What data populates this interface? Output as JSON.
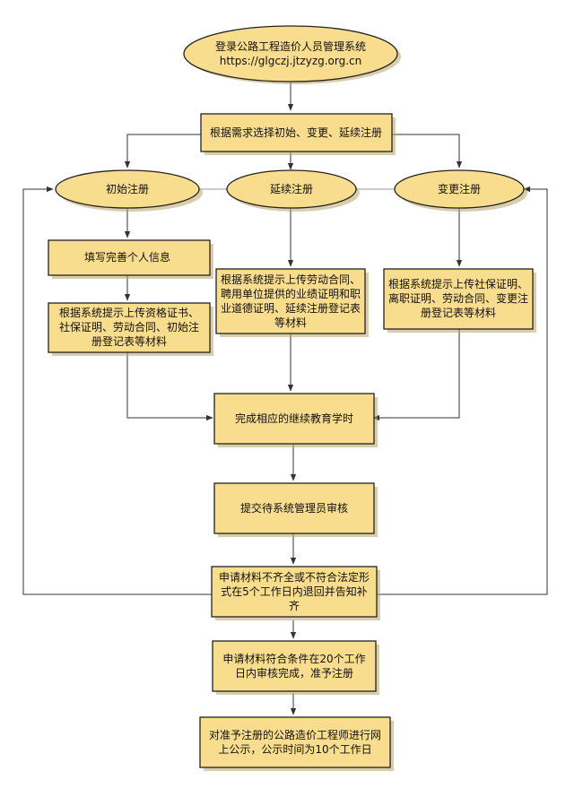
{
  "colors": {
    "node_fill": "#f8dd8e",
    "node_stroke": "#222222",
    "edge": "#333333"
  },
  "nodes": {
    "start": {
      "lines": [
        "登录公路工程造价人员管理系统",
        "https://glgczj.jtzyzg.org.cn"
      ]
    },
    "choose": {
      "lines": [
        "根据需求选择初始、变更、延续注册"
      ]
    },
    "initial": {
      "lines": [
        "初始注册"
      ]
    },
    "renewal": {
      "lines": [
        "延续注册"
      ]
    },
    "change": {
      "lines": [
        "变更注册"
      ]
    },
    "fill_info": {
      "lines": [
        "填写完善个人信息"
      ]
    },
    "initial_docs": {
      "lines": [
        "根据系统提示上传资格证书、",
        "社保证明、劳动合同、初始注",
        "册登记表等材料"
      ]
    },
    "renewal_docs": {
      "lines": [
        "根据系统提示上传劳动合同、",
        "聘用单位提供的业绩证明和职",
        "业道德证明、延续注册登记表",
        "等材料"
      ]
    },
    "change_docs": {
      "lines": [
        "根据系统提示上传社保证明、",
        "离职证明、劳动合同、变更注",
        "册登记表等材料"
      ]
    },
    "education": {
      "lines": [
        "完成相应的继续教育学时"
      ]
    },
    "submit": {
      "lines": [
        "提交待系统管理员审核"
      ]
    },
    "reject": {
      "lines": [
        "申请材料不齐全或不符合法定形",
        "式在5个工作日内退回并告知补",
        "齐"
      ]
    },
    "approve": {
      "lines": [
        "申请材料符合条件在20个工作",
        "日内审核完成，准予注册"
      ]
    },
    "publish": {
      "lines": [
        "对准予注册的公路造价工程师进行网",
        "上公示，公示时间为10个工作日"
      ]
    }
  }
}
